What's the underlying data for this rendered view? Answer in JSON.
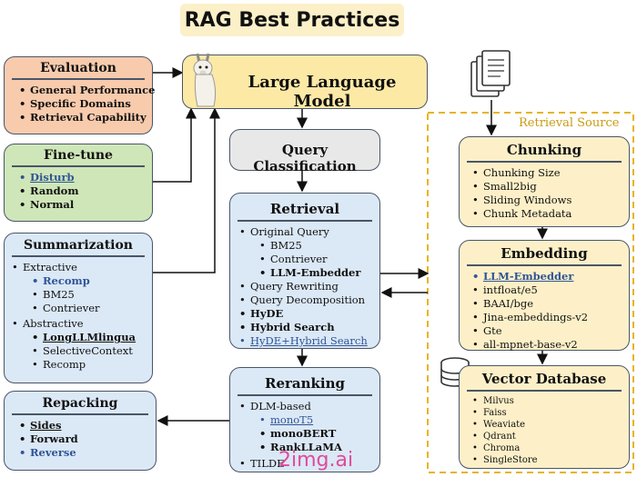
{
  "title": "RAG Best Practices",
  "llm": {
    "label": "Large Language Model"
  },
  "evaluation": {
    "title": "Evaluation",
    "items": [
      "General Performance",
      "Specific Domains",
      "Retrieval Capability"
    ]
  },
  "finetune": {
    "title": "Fine-tune",
    "items": [
      "Disturb",
      "Random",
      "Normal"
    ]
  },
  "summarization": {
    "title": "Summarization",
    "extractive": "Extractive",
    "extractive_items": [
      "Recomp",
      "BM25",
      "Contriever"
    ],
    "abstractive": "Abstractive",
    "abstractive_items": [
      "LongLLMlingua",
      "SelectiveContext",
      "Recomp"
    ]
  },
  "repacking": {
    "title": "Repacking",
    "items": [
      "Sides",
      "Forward",
      "Reverse"
    ]
  },
  "query_classification": {
    "title": "Query Classification"
  },
  "retrieval": {
    "title": "Retrieval",
    "original_query": "Original Query",
    "original_items": [
      "BM25",
      "Contriever",
      "LLM-Embedder"
    ],
    "items": [
      "Query Rewriting",
      "Query Decomposition",
      "HyDE",
      "Hybrid Search",
      "HyDE+Hybrid Search"
    ]
  },
  "reranking": {
    "title": "Reranking",
    "dlm": "DLM-based",
    "dlm_items": [
      "monoT5",
      "monoBERT",
      "RankLLaMA"
    ],
    "tail": "TILDE"
  },
  "retrieval_source": {
    "label": "Retrieval Source"
  },
  "chunking": {
    "title": "Chunking",
    "items": [
      "Chunking Size",
      "Small2big",
      "Sliding Windows",
      "Chunk Metadata"
    ]
  },
  "embedding": {
    "title": "Embedding",
    "items": [
      "LLM-Embedder",
      "intfloat/e5",
      "BAAI/bge",
      "Jina-embeddings-v2",
      "Gte",
      "all-mpnet-base-v2"
    ]
  },
  "vector_db": {
    "title": "Vector Database",
    "items": [
      "Milvus",
      "Faiss",
      "Weaviate",
      "Qdrant",
      "Chroma",
      "SingleStore"
    ]
  },
  "watermark": "2img.ai",
  "colors": {
    "yellow_fill": "#fde9a6",
    "orange_fill": "#f8cbad",
    "green_fill": "#cfe6b8",
    "blue_fill": "#dbe8f6",
    "gray_fill": "#e8e8e8",
    "cream_fill": "#fdf0c8",
    "link_blue": "#2f5597",
    "dashed_gold": "#e6b422"
  }
}
